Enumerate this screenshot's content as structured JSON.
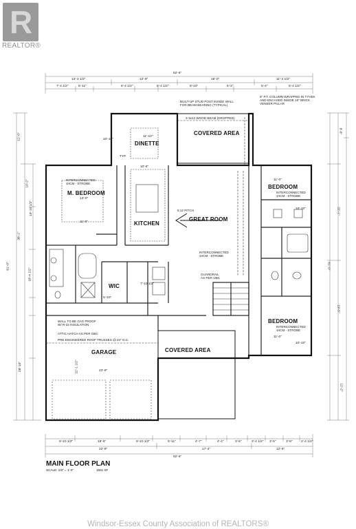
{
  "watermark": {
    "logo_letter": "R",
    "logo_word": "REALTOR®"
  },
  "plan": {
    "title": "MAIN FLOOR PLAN",
    "scale": "SCALE: 1/8\" = 1'-0\"",
    "area": "1681 SF",
    "rooms": {
      "dinette": "DINETTE",
      "covered_area_top": "COVERED AREA",
      "bedroom_top": "BEDROOM",
      "m_bedroom": "M. BEDROOM",
      "kitchen": "KITCHEN",
      "great_room": "GREAT ROOM",
      "wic": "WIC",
      "bedroom_bottom": "BEDROOM",
      "garage": "GARAGE",
      "covered_area_bottom": "COVERED AREA"
    },
    "notes": {
      "post": "BUILT-UP STUD POST INSIDE WALL\nFOR BEAM BEARING (TYPICAL)",
      "beam": "3-3x12 WOOD BEAM (DROPPED)",
      "column": "6\" P.T. COLUMN WRAPPED IN TYVEK\nAND ENCASED INSIDE 16\" BRICK\nVENEER PILLAR",
      "smoke_master": "INTERCONNECTED\n⊘ICM - STROBE",
      "smoke_great": "INTERCONNECTED\n⊘ICM - STROBE",
      "smoke_bed_top": "INTERCONNECTED\n⊘ICM - STROBE",
      "smoke_bed_bottom": "INTERCONNECTED\n⊘ICM - STROBE",
      "pitch": "5:12 PITCH",
      "guardrail": "GUARDRAIL\nAS PER OBC",
      "gas_proof": "WALL TO BE GAS PROOF\nW/ R-22 INSULATION",
      "attic": "ATTIC HATCH AS PER OBC",
      "trusses": "PRE-ENGINEERED ROOF TRUSSES @ 24\" O.C.",
      "typ": "TYP."
    },
    "dims": {
      "overall_top": "52'-6\"",
      "top_a": "13'-3 1/2\"",
      "top_b": "12'-9\"",
      "top_c": "15'-0\"",
      "top_d": "11'-4 1/2\"",
      "top2_a": "7'-4 1/2\"",
      "top2_b": "5'-11\"",
      "top2_c": "6'-4 1/2\"",
      "top2_d": "6'-4 1/2\"",
      "top2_e": "8'-10\"",
      "top2_f": "6'-2\"",
      "top2_g": "5'-4\"",
      "top2_h": "6'-4 1/2\"",
      "overall_bottom": "52'-6\"",
      "bot_a": "22'-9\"",
      "bot_b": "17'-4\"",
      "bot_c": "12'-5\"",
      "bot2_a": "5'-10 1/2\"",
      "bot2_b": "18'-5\"",
      "bot2_c": "5'-10 1/2\"",
      "bot2_d": "5'-11\"",
      "bot2_e": "4'-7\"",
      "bot2_f": "4'-4\"",
      "bot2_g": "3'-6\"",
      "bot2_h": "3'-4 1/2\"",
      "bot2_i": "3'-5\"",
      "bot2_j": "3'-9\"",
      "bot2_k": "2'-4 1/2\"",
      "left_overall": "61'-0\"",
      "left_a": "12'-0\"",
      "left_b": "38'-1\"",
      "left_c": "28'-10\"",
      "left_d": "10'-2\"",
      "left_e": "10'-10 1/2\"",
      "left_f": "18'-4 1/2\"",
      "right_overall": "61'-0\"",
      "right_a": "8'-8\"",
      "right_b": "22'-1\"",
      "right_c": "19'-5\"",
      "right_d": "12'-2\"",
      "dinette_w": "11'-10\"",
      "dinette_h": "10'-10\"",
      "kitchen_w": "10'-6\"",
      "mbed_w": "13'-0\"",
      "mbed_h": "11'-0\"",
      "bed_top_w": "11'-0\"",
      "bed_top_h": "10'-10\"",
      "bed_bot_w": "11'-0\"",
      "bed_bot_h": "10'-10\"",
      "garage_w": "23'-9\"",
      "garage_h": "22'-1 1/2\"",
      "wic_w": "7'-10 1/2\"",
      "wic_h": "5'-10\""
    }
  },
  "footer": {
    "text": "Windsor-Essex County Association of REALTORS®"
  }
}
